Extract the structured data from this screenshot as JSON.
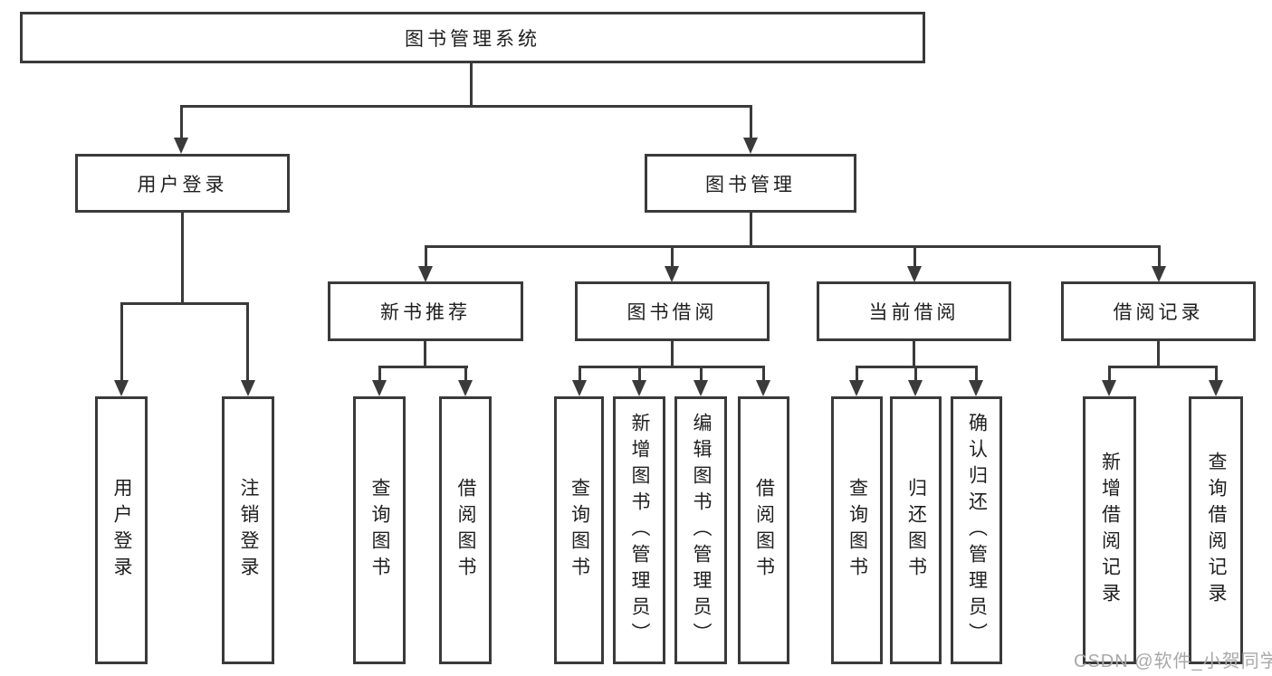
{
  "tree": {
    "root": "图书管理系统",
    "branches": [
      {
        "label": "用户登录",
        "children": [
          "用户登录",
          "注销登录"
        ]
      },
      {
        "label": "图书管理",
        "sections": [
          {
            "label": "新书推荐",
            "children": [
              "查询图书",
              "借阅图书"
            ]
          },
          {
            "label": "图书借阅",
            "children": [
              "查询图书",
              "新增图书（管理员）",
              "编辑图书（管理员）",
              "借阅图书"
            ]
          },
          {
            "label": "当前借阅",
            "children": [
              "查询图书",
              "归还图书",
              "确认归还（管理员）"
            ]
          },
          {
            "label": "借阅记录",
            "children": [
              "新增借阅记录",
              "查询借阅记录"
            ]
          }
        ]
      }
    ]
  },
  "watermark": {
    "text": "CSDN @软件_小贺同学"
  },
  "colors": {
    "line": "#3a3a3a",
    "text": "#1f1f1f",
    "background": "#ffffff",
    "watermark": "#a8a8a8"
  }
}
